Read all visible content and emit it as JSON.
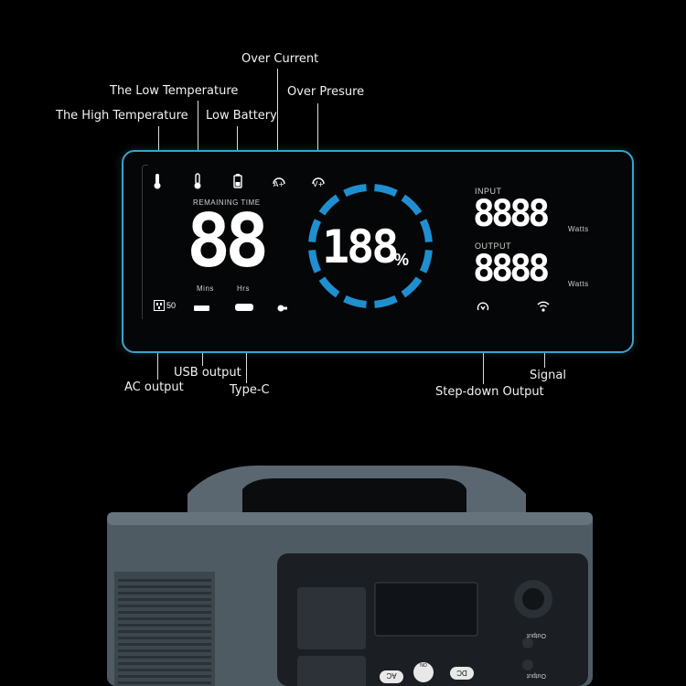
{
  "callouts": {
    "over_current": "Over Current",
    "low_temperature": "The Low Temperature",
    "over_pressure": "Over Presure",
    "high_temperature": "The High Temperature",
    "low_battery": "Low Battery",
    "usb_output": "USB output",
    "ac_output": "AC output",
    "type_c": "Type-C",
    "signal": "Signal",
    "step_down_output": "Step-down Output"
  },
  "lcd": {
    "remaining_time_label": "REMAINING TIME",
    "time_digits": "88",
    "mins_label": "Mins",
    "hrs_label": "Hrs",
    "percent_digits": "188",
    "percent_sign": "%",
    "input_label": "INPUT",
    "input_digits": "8888",
    "input_unit": "Watts",
    "output_label": "OUTPUT",
    "output_digits": "8888",
    "output_unit": "Watts",
    "ac_icon_text": "50"
  },
  "device": {
    "ac_button": "AC",
    "dc_button": "DC",
    "power_button": "ON",
    "output_label_1": "Output",
    "output_label_2": "Output"
  },
  "colors": {
    "ring": "#1f8fd0",
    "lcd_border": "#3aa3c8",
    "housing": "#55626b"
  }
}
